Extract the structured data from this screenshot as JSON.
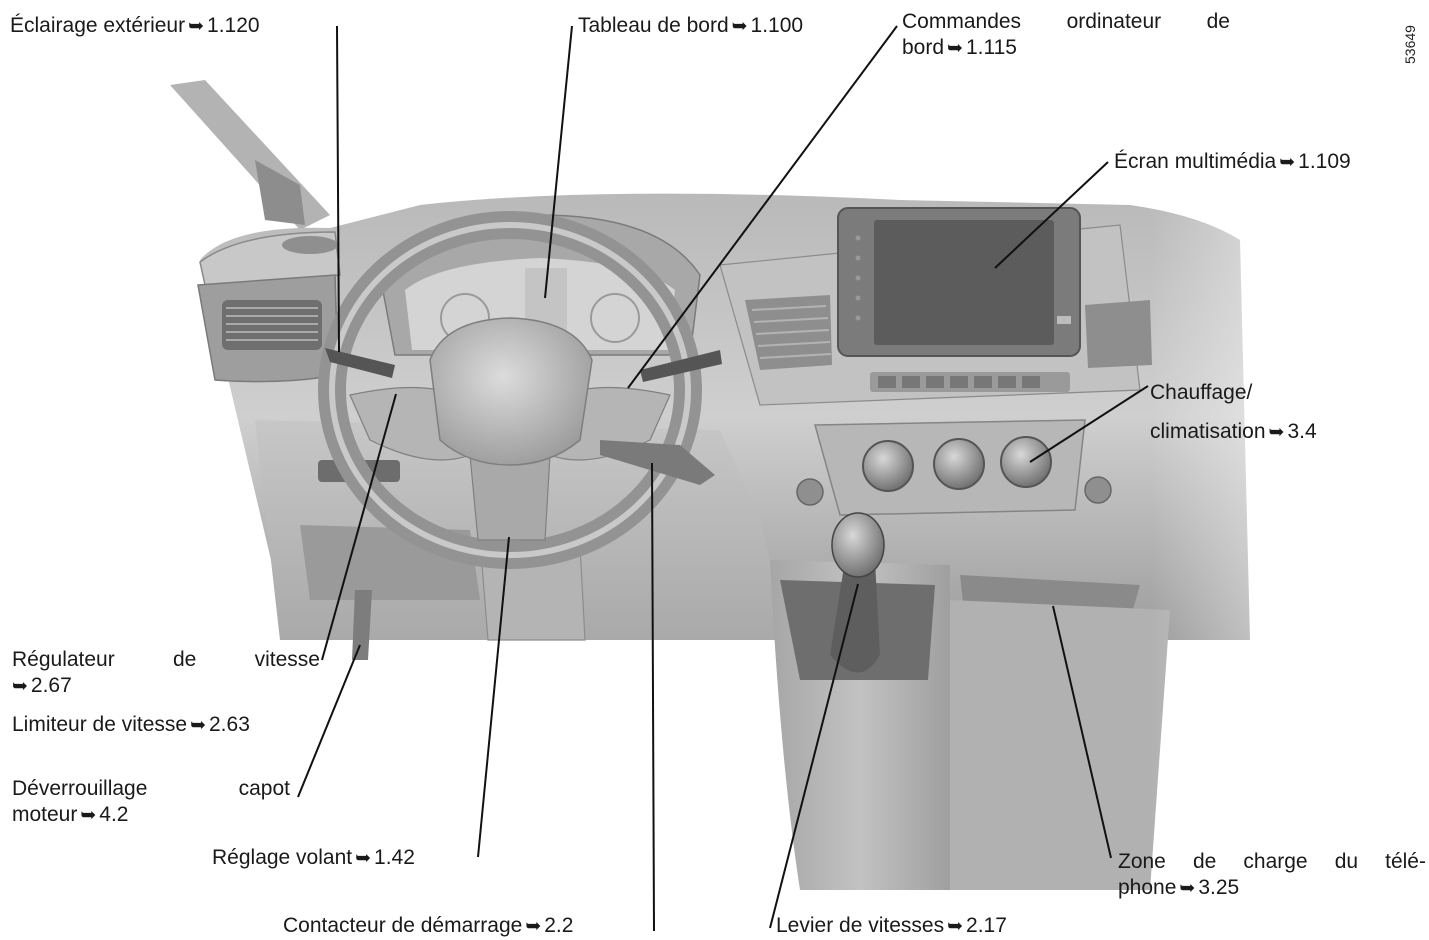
{
  "reference_number": "53649",
  "arrow_glyph": "➥",
  "callouts": {
    "eclairage": {
      "text": "Éclairage extérieur",
      "ref": "1.120"
    },
    "tableau": {
      "text": "Tableau de bord",
      "ref": "1.100"
    },
    "commandes": {
      "line1": "Commandes ordinateur de",
      "line2": "bord",
      "ref": "1.115"
    },
    "ecran": {
      "text": "Écran multimédia",
      "ref": "1.109"
    },
    "chauffage": {
      "line1": "Chauffage/",
      "line2": "climatisation",
      "ref": "3.4"
    },
    "regulateur": {
      "line1": "Régulateur de vitesse",
      "ref": "2.67"
    },
    "limiteur": {
      "text": "Limiteur de vitesse",
      "ref": "2.63"
    },
    "deverrouillage": {
      "line1": "Déverrouillage capot",
      "line2": "moteur",
      "ref": "4.2"
    },
    "reglage": {
      "text": "Réglage volant",
      "ref": "1.42"
    },
    "contacteur": {
      "text": "Contacteur de démarrage",
      "ref": "2.2"
    },
    "levier": {
      "text": "Levier de vitesses",
      "ref": "2.17"
    },
    "zone": {
      "line1": "Zone de charge du télé-",
      "line2": "phone",
      "ref": "3.25"
    }
  }
}
